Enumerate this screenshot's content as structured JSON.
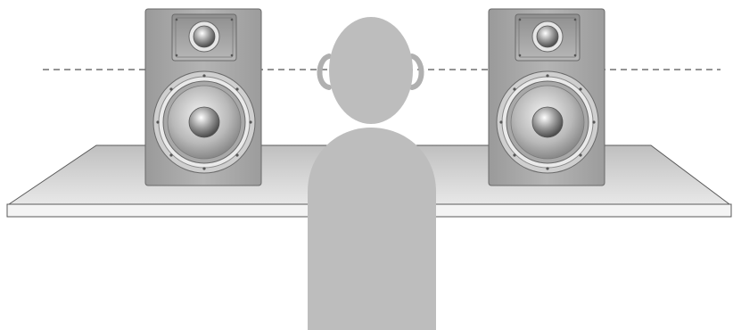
{
  "scene": {
    "description_free": true,
    "speakers": [
      {
        "id": "left",
        "brand_text": ""
      },
      {
        "id": "right",
        "brand_text": ""
      }
    ],
    "colors": {
      "background": "#ffffff",
      "listener": "#bdbdbd",
      "speaker_cabinet": "#a9a9a9",
      "speaker_edge": "#6a6a6a",
      "desk_top": "#d9d9d9",
      "desk_front": "#f4f4f4",
      "guide_line": "#555555"
    },
    "icons": {
      "listener": "person-silhouette-icon",
      "speaker": "studio-monitor-icon",
      "desk": "desk-shelf-icon",
      "guide": "ear-level-dashed-line"
    }
  }
}
